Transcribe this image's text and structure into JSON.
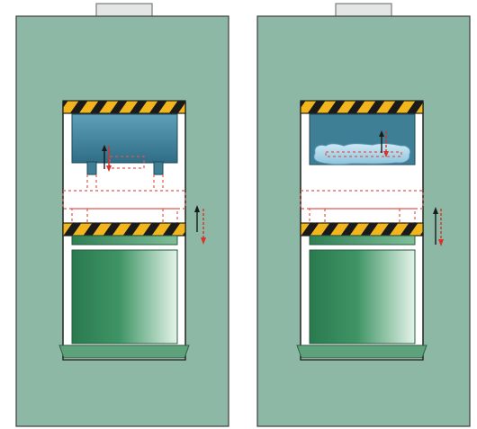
{
  "figure": {
    "panels": [
      {
        "id": "left",
        "upper_chamber": "rigid-die",
        "description_icons": [
          "hazard-stripe-top",
          "hazard-stripe-bottom",
          "die-block",
          "die-pins",
          "press-motion-arrow",
          "chamber-motion-arrow"
        ]
      },
      {
        "id": "right",
        "upper_chamber": "flexible-membrane",
        "description_icons": [
          "hazard-stripe-top",
          "hazard-stripe-bottom",
          "fluid-membrane",
          "press-motion-arrow",
          "chamber-motion-arrow"
        ]
      }
    ],
    "colors": {
      "housing": "#8eb8a6",
      "housing_stroke": "#3c3c3c",
      "chamber_bg": "#ffffff",
      "hazard_yellow": "#f2b51c",
      "hazard_black": "#1a1a1a",
      "die_blue": "#3f7f96",
      "membrane_blue": "#9fd0e6",
      "piston_green_dark": "#2d7a52",
      "piston_green_light": "#dff0e4",
      "base_green": "#5da27a",
      "cap_grey": "#e4e6e6",
      "arrow_red": "#d6332b",
      "arrow_black": "#1a1a1a",
      "dash_red": "#e0574f"
    }
  }
}
